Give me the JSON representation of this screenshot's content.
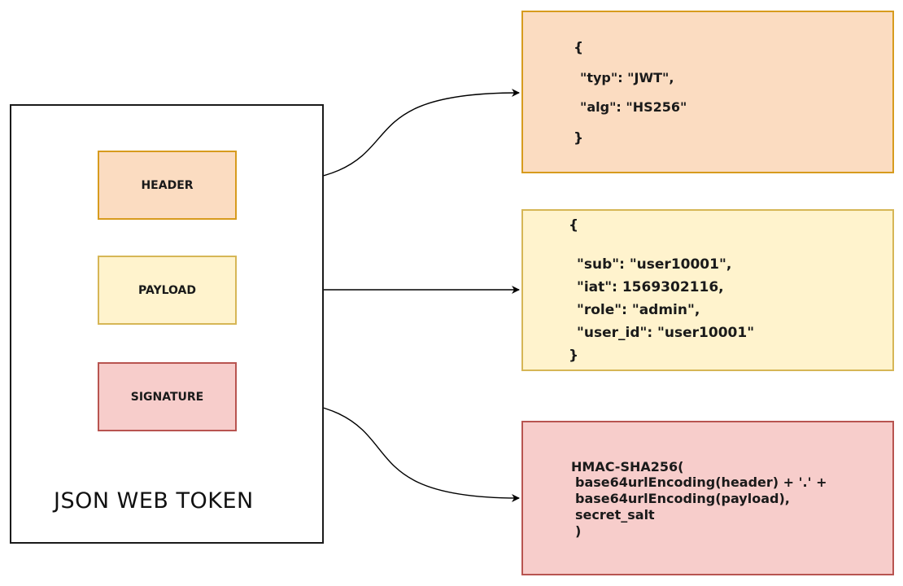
{
  "token": {
    "title": "JSON WEB TOKEN",
    "parts": {
      "header": "HEADER",
      "payload": "PAYLOAD",
      "signature": "SIGNATURE"
    }
  },
  "header_json": {
    "open": "{",
    "line1": "\"typ\": \"JWT\",",
    "line2": "\"alg\": \"HS256\"",
    "close": "}"
  },
  "payload_json": {
    "open": "{",
    "line1": "\"sub\": \"user10001\",",
    "line2": "\"iat\": 1569302116,",
    "line3": "\"role\": \"admin\",",
    "line4": "\"user_id\": \"user10001\"",
    "close": "}"
  },
  "signature_formula": {
    "line1": "HMAC-SHA256(",
    "line2": "base64urlEncoding(header) + '.' +",
    "line3": "base64urlEncoding(payload),",
    "line4": "secret_salt",
    "line5": ")"
  },
  "colors": {
    "header_fill": "#fbdcc1",
    "header_stroke": "#d79b1e",
    "payload_fill": "#fff3cd",
    "payload_stroke": "#d6b656",
    "signature_fill": "#f7cdcb",
    "signature_stroke": "#b85450"
  }
}
